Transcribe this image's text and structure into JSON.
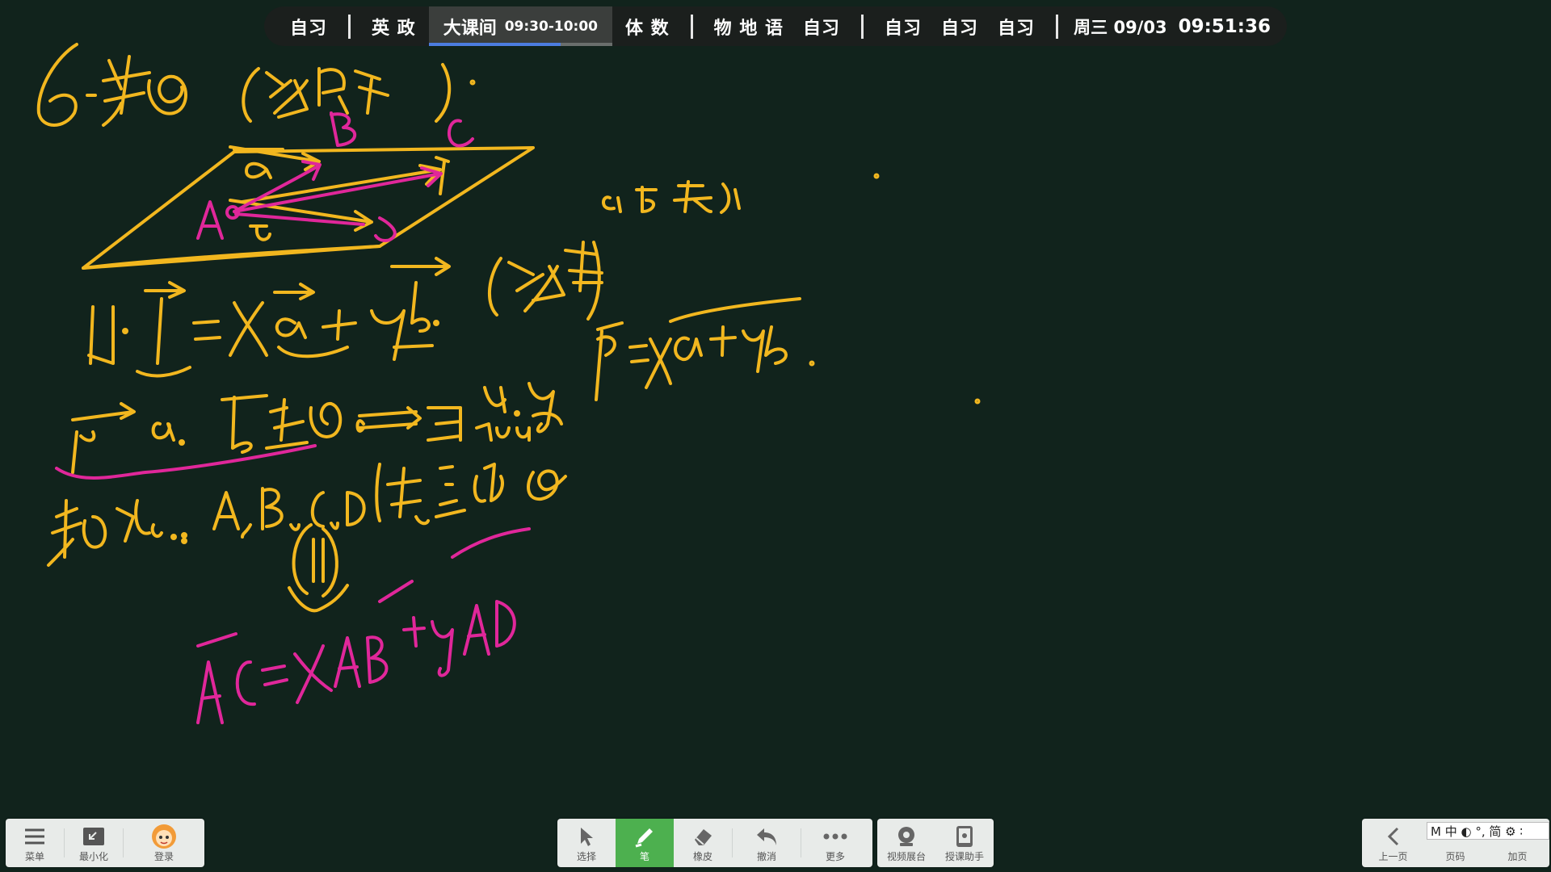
{
  "schedule": {
    "items_before": [
      "自习",
      "英 政"
    ],
    "current": {
      "label": "大课间",
      "time": "09:30-10:00",
      "progress": 0.72
    },
    "items_after_1": [
      "体 数"
    ],
    "items_after_2": [
      "物 地 语",
      "自习"
    ],
    "items_after_3": [
      "自习",
      "自习",
      "自习"
    ],
    "date": "周三 09/03",
    "clock": "09:51:36"
  },
  "toolbar_left": {
    "menu": "菜单",
    "minimize": "最小化",
    "login": "登录"
  },
  "toolbar_center": {
    "select": "选择",
    "pen": "笔",
    "eraser": "橡皮",
    "undo": "撤消",
    "more": "更多"
  },
  "toolbar_tools": {
    "camera": "视频展台",
    "assistant": "授课助手"
  },
  "toolbar_right": {
    "prev": "上一页",
    "page": "页码",
    "add": "加页"
  },
  "ime": {
    "text": "M 中 ◐ °, 简 ⚙ ∶"
  },
  "colors": {
    "background": "#11231c",
    "ink_yellow": "#f2b71f",
    "ink_magenta": "#e0279a",
    "pen_active": "#4db04f",
    "progress": "#4c7de0"
  }
}
